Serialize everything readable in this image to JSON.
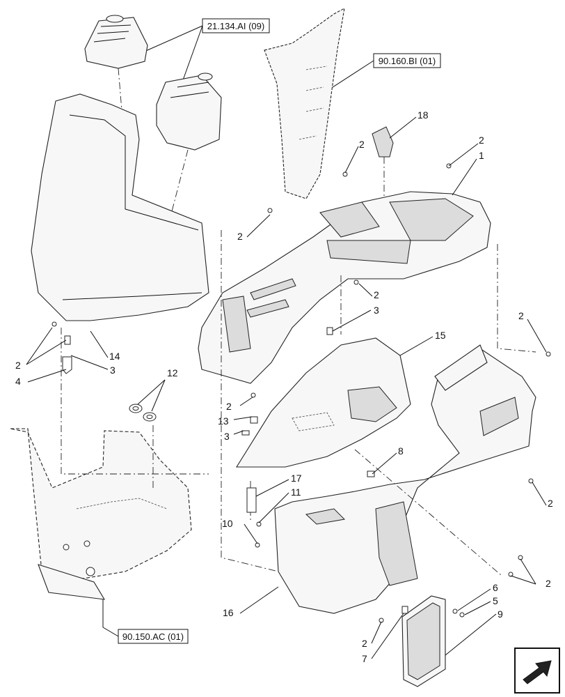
{
  "references": [
    {
      "id": "ref-21-134",
      "text": "21.134.AI (09)"
    },
    {
      "id": "ref-90-160",
      "text": "90.160.BI (01)"
    },
    {
      "id": "ref-90-150",
      "text": "90.150.AC (01)"
    }
  ],
  "callouts": [
    "2",
    "1",
    "18",
    "2",
    "2",
    "2",
    "3",
    "15",
    "2",
    "14",
    "3",
    "4",
    "2",
    "12",
    "2",
    "13",
    "3",
    "8",
    "17",
    "11",
    "10",
    "2",
    "16",
    "6",
    "5",
    "2",
    "9",
    "2",
    "7"
  ],
  "nav_icon": "arrow-next-page-icon"
}
